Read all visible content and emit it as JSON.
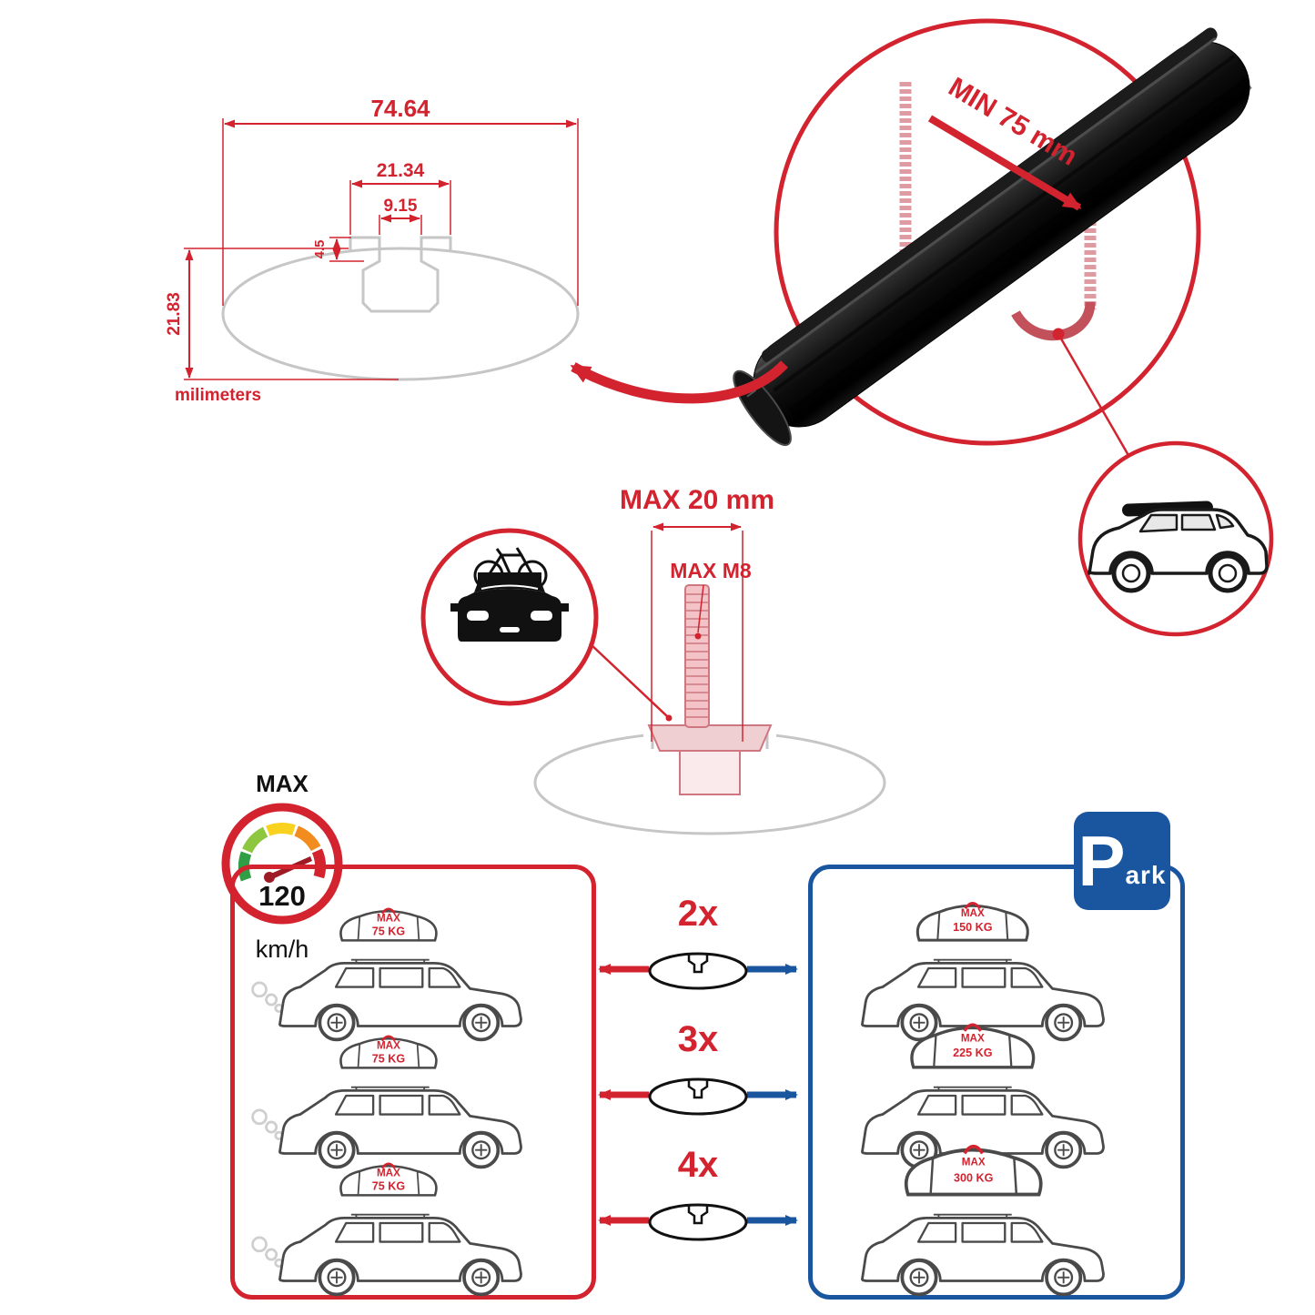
{
  "colors": {
    "red": "#d2232f",
    "blue": "#1a56a0",
    "gray_outline": "#c6c6c6",
    "bar_black": "#111111",
    "gauge_green": "#2f9e45",
    "gauge_yellow": "#f8d21f",
    "gauge_orange": "#f28c1e"
  },
  "cross_section_diagram": {
    "total_width_mm": "74.64",
    "slot_outer_mm": "21.34",
    "slot_inner_mm": "9.15",
    "lip_depth_mm": "4.5",
    "height_mm": "21.83",
    "units_label": "milimeters"
  },
  "clamp_detail": {
    "min_span_label": "MIN 75 mm"
  },
  "bolt_detail": {
    "max_length_label": "MAX 20 mm",
    "max_thread_label": "MAX M8"
  },
  "speed_limit": {
    "title": "MAX",
    "value": "120",
    "unit": "km/h"
  },
  "comparison": {
    "rows": [
      {
        "multiplier": "2x",
        "left_max": "MAX",
        "left_kg": "75 KG",
        "right_max": "MAX",
        "right_kg": "150 KG"
      },
      {
        "multiplier": "3x",
        "left_max": "MAX",
        "left_kg": "75 KG",
        "right_max": "MAX",
        "right_kg": "225 KG"
      },
      {
        "multiplier": "4x",
        "left_max": "MAX",
        "left_kg": "75 KG",
        "right_max": "MAX",
        "right_kg": "300 KG"
      }
    ]
  },
  "park_sign": {
    "letter": "P",
    "suffix": "ark"
  }
}
